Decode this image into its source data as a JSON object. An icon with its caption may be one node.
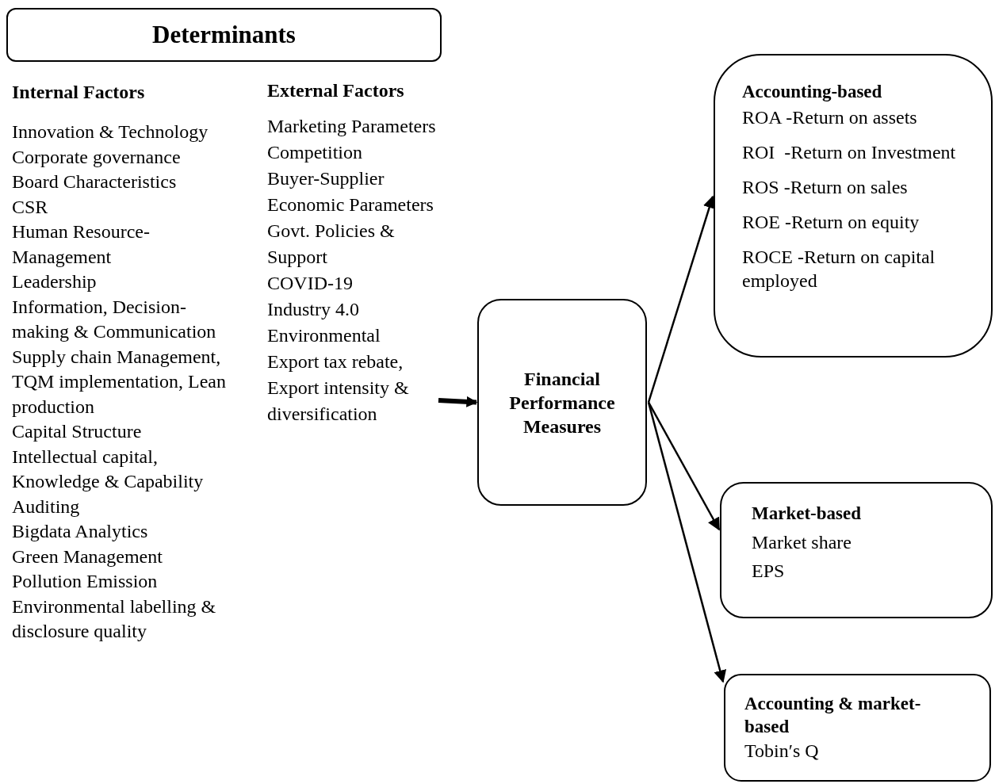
{
  "diagram": {
    "nodes": [
      {
        "text": [
          "Determinants"
        ]
      },
      {
        "text": [
          "Internal Factors",
          "Innovation & Technology",
          "Corporate governance",
          "Board Characteristics",
          "CSR",
          "Human Resource- Management",
          "Leadership",
          "Information, Decision- making & Communication",
          "Supply chain Management, TQM implementation, Lean production",
          "Capital Structure",
          "Intellectual capital, Knowledge & Capability",
          "Auditing",
          "Bigdata Analytics",
          "Green Management",
          "Pollution Emission",
          "Environmental labelling & disclosure quality"
        ]
      },
      {
        "text": [
          "External Factors",
          "Marketing Parameters",
          "Competition",
          "Buyer-Supplier",
          "Economic Parameters",
          "Govt. Policies & Support",
          "COVID-19",
          "Industry 4.0",
          "Environmental",
          "Export tax rebate, Export intensity & diversification"
        ]
      },
      {
        "text": [
          "Financial Performance Measures"
        ]
      },
      {
        "text": [
          "Accounting-based",
          "ROA -Return on assets",
          "ROI  -Return on Investment",
          "ROS -Return on sales",
          "ROE -Return on equity",
          "ROCE -Return on capital employed"
        ]
      },
      {
        "text": [
          "Market-based",
          "Market share",
          "EPS"
        ]
      },
      {
        "text": [
          "Accounting & market-based",
          "Tobin′s Q"
        ]
      }
    ],
    "edges": [
      {
        "from": 2,
        "to": 3,
        "arrow": "to",
        "style": "thick"
      },
      {
        "from": 3,
        "to": 4,
        "arrow": "to"
      },
      {
        "from": 3,
        "to": 5,
        "arrow": "to"
      },
      {
        "from": 3,
        "to": 6,
        "arrow": "to"
      }
    ]
  }
}
